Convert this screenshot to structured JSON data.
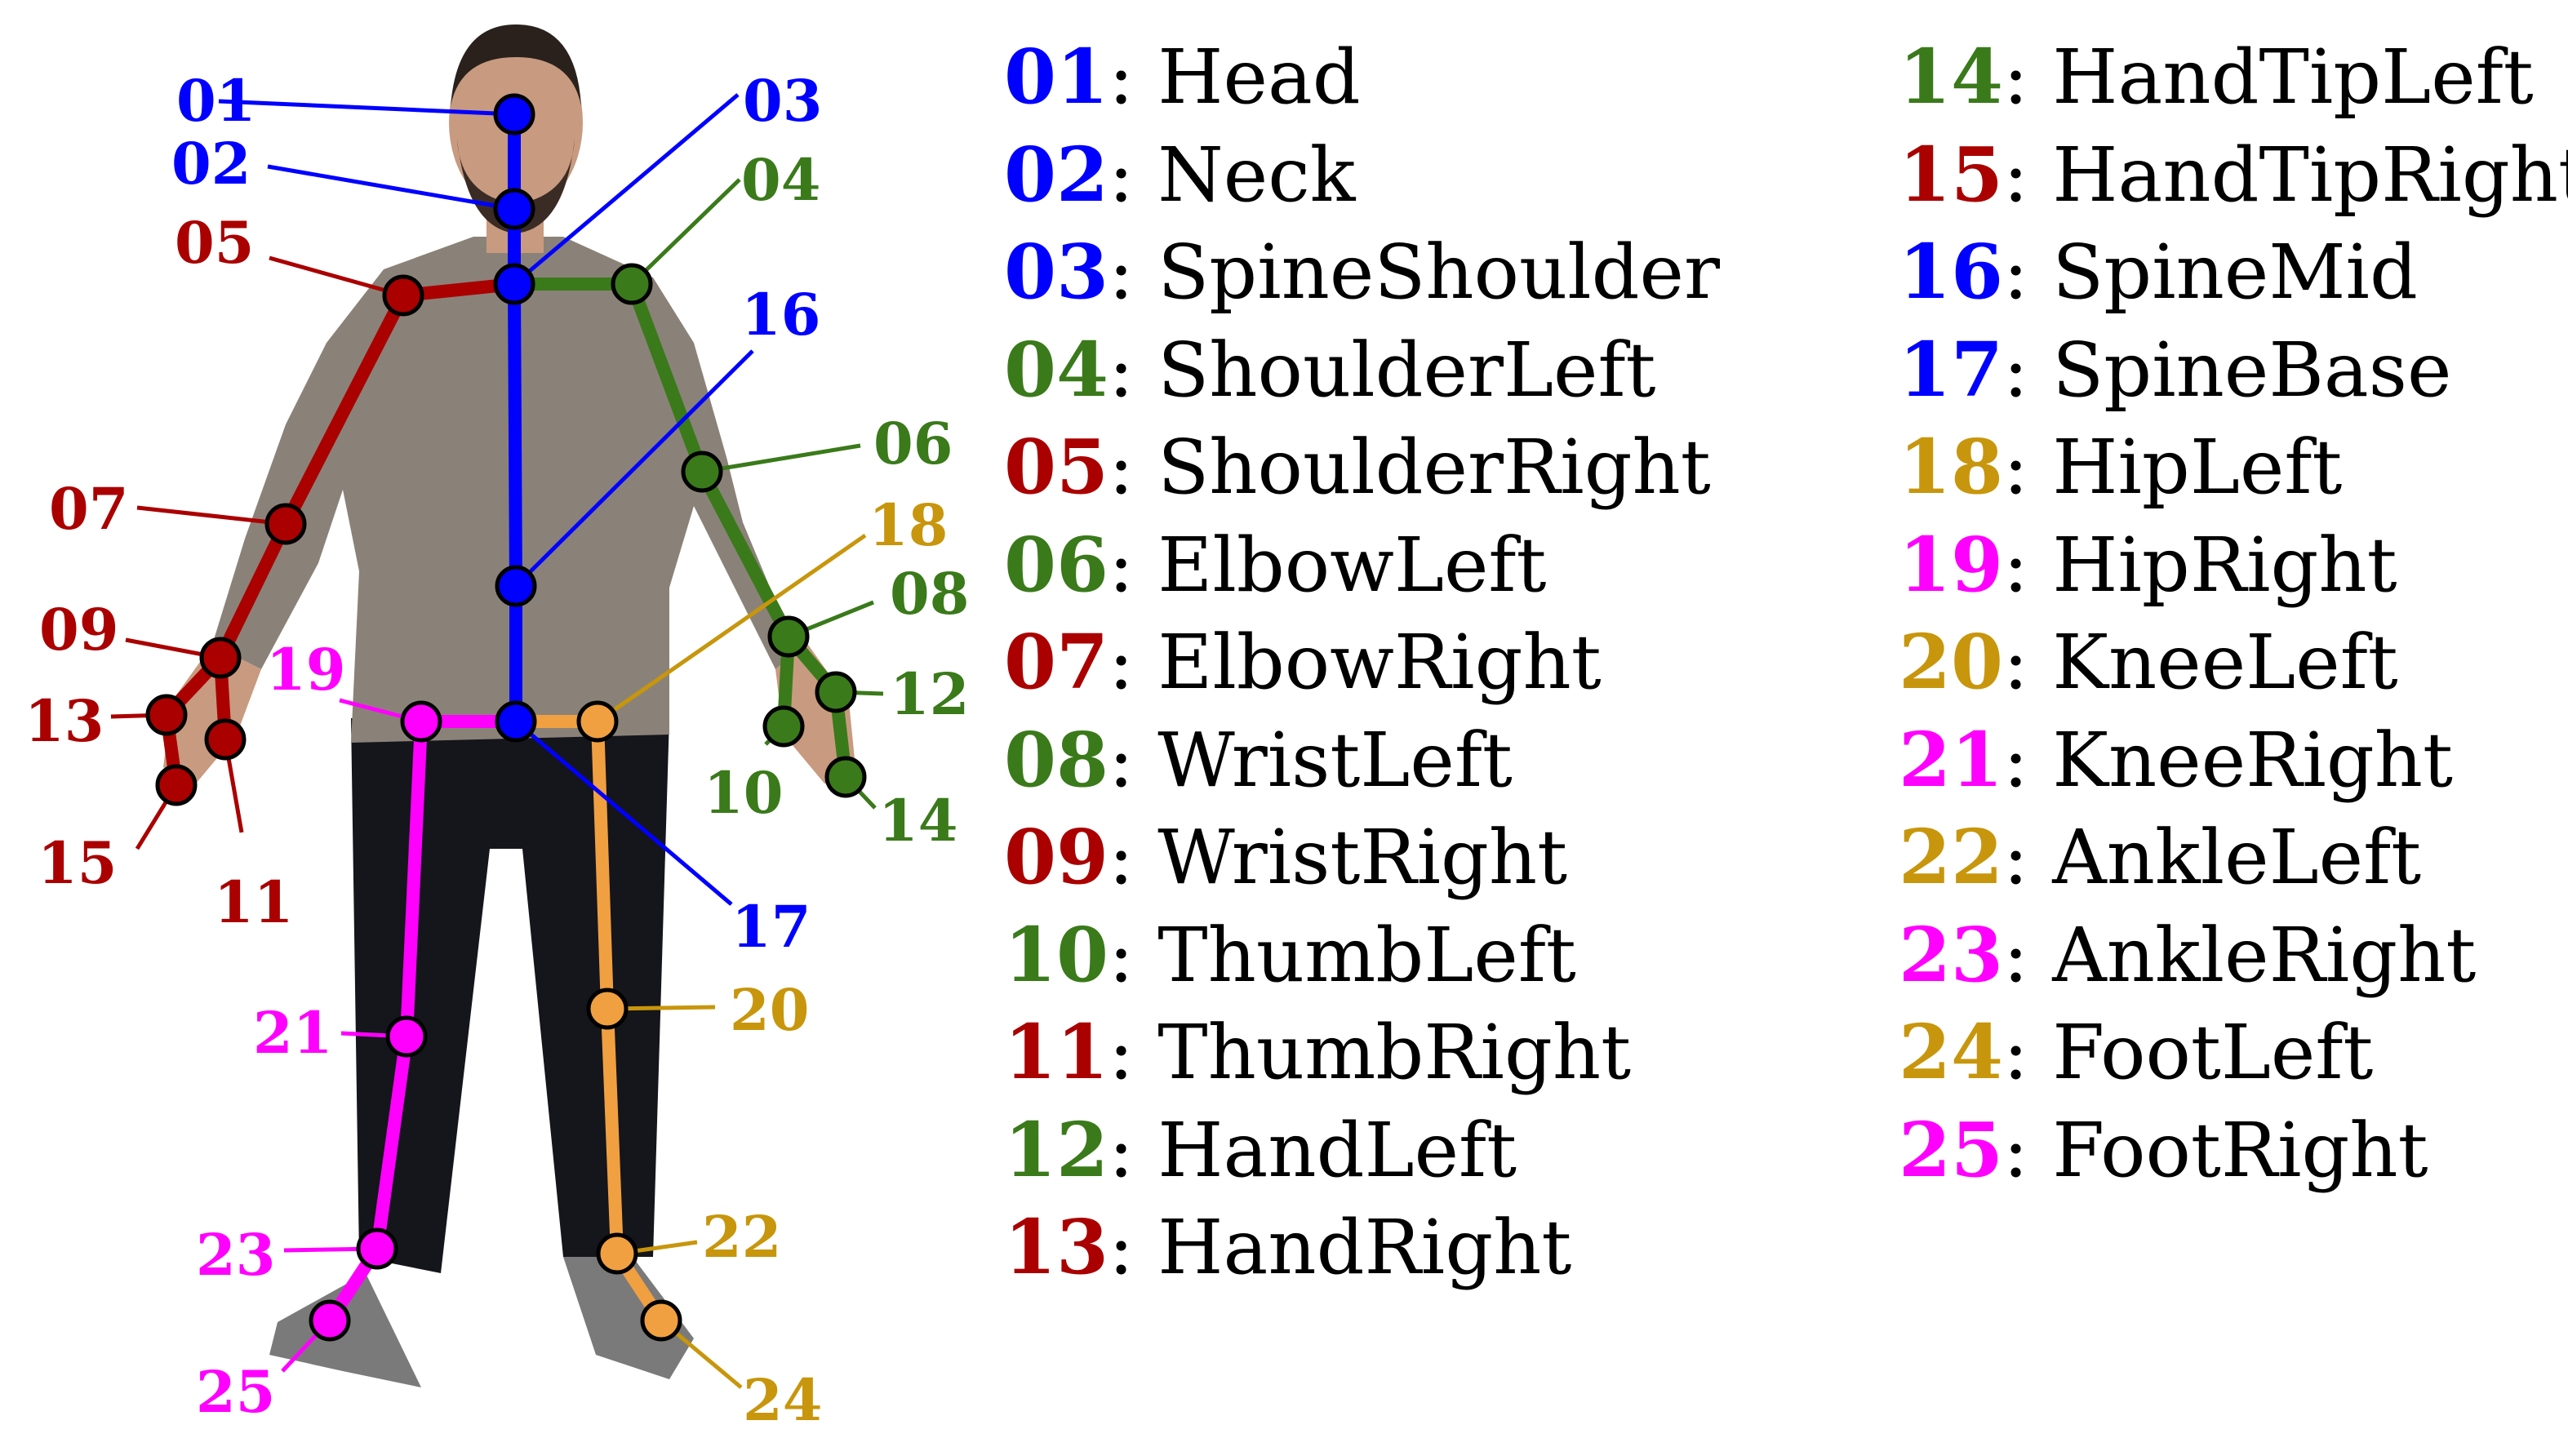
{
  "colors": {
    "blue": "#0000ff",
    "red": "#aa0000",
    "green": "#3a7a1a",
    "orange": "#f0a040",
    "gold": "#c8960c",
    "magenta": "#ff00ff"
  },
  "photo": {
    "description_icon": "person-standing-photo"
  },
  "joints": [
    {
      "id": "01",
      "name": "Head",
      "color": "blue"
    },
    {
      "id": "02",
      "name": "Neck",
      "color": "blue"
    },
    {
      "id": "03",
      "name": "SpineShoulder",
      "color": "blue"
    },
    {
      "id": "04",
      "name": "ShoulderLeft",
      "color": "green"
    },
    {
      "id": "05",
      "name": "ShoulderRight",
      "color": "red"
    },
    {
      "id": "06",
      "name": "ElbowLeft",
      "color": "green"
    },
    {
      "id": "07",
      "name": "ElbowRight",
      "color": "red"
    },
    {
      "id": "08",
      "name": "WristLeft",
      "color": "green"
    },
    {
      "id": "09",
      "name": "WristRight",
      "color": "red"
    },
    {
      "id": "10",
      "name": "ThumbLeft",
      "color": "green"
    },
    {
      "id": "11",
      "name": "ThumbRight",
      "color": "red"
    },
    {
      "id": "12",
      "name": "HandLeft",
      "color": "green"
    },
    {
      "id": "13",
      "name": "HandRight",
      "color": "red"
    },
    {
      "id": "14",
      "name": "HandTipLeft",
      "color": "green"
    },
    {
      "id": "15",
      "name": "HandTipRight",
      "color": "red"
    },
    {
      "id": "16",
      "name": "SpineMid",
      "color": "blue"
    },
    {
      "id": "17",
      "name": "SpineBase",
      "color": "blue"
    },
    {
      "id": "18",
      "name": "HipLeft",
      "color": "gold"
    },
    {
      "id": "19",
      "name": "HipRight",
      "color": "magenta"
    },
    {
      "id": "20",
      "name": "KneeLeft",
      "color": "gold"
    },
    {
      "id": "21",
      "name": "KneeRight",
      "color": "magenta"
    },
    {
      "id": "22",
      "name": "AnkleLeft",
      "color": "gold"
    },
    {
      "id": "23",
      "name": "AnkleRight",
      "color": "magenta"
    },
    {
      "id": "24",
      "name": "FootLeft",
      "color": "gold"
    },
    {
      "id": "25",
      "name": "FootRight",
      "color": "magenta"
    }
  ],
  "separator": ": "
}
